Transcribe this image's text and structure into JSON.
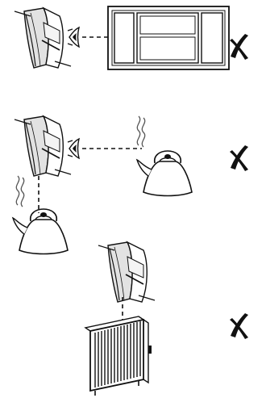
{
  "diagram": {
    "description_free": true,
    "colors": {
      "ink": "#111111",
      "paper": "#ffffff",
      "shade": "#e6e6e6"
    },
    "panels": [
      {
        "id": "window",
        "elements": [
          "motion-sensor-icon",
          "eye-icon",
          "dashed-line",
          "window-icon",
          "cross-mark-icon"
        ]
      },
      {
        "id": "kettles",
        "elements": [
          "motion-sensor-icon",
          "eye-icon",
          "dashed-line",
          "kettle-icon",
          "kettle-icon",
          "steam-icon",
          "cross-mark-icon"
        ]
      },
      {
        "id": "radiator",
        "elements": [
          "motion-sensor-icon",
          "dashed-line",
          "radiator-icon",
          "cross-mark-icon"
        ]
      }
    ]
  }
}
